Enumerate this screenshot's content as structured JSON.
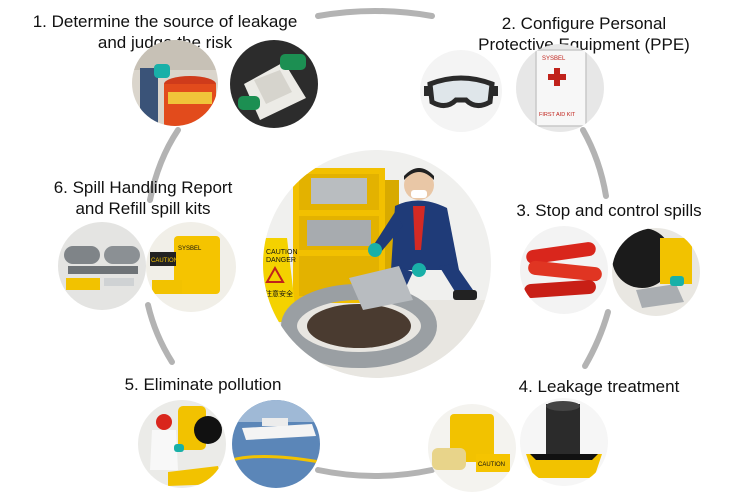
{
  "steps": {
    "s1": {
      "line1": "1. Determine the source of leakage",
      "line2": "and judge the risk"
    },
    "s2": {
      "line1": "2. Configure Personal",
      "line2": "Protective Equipment (PPE)"
    },
    "s3": {
      "line1": "3. Stop and control spills"
    },
    "s4": {
      "line1": "4. Leakage treatment"
    },
    "s5": {
      "line1": "5. Eliminate pollution"
    },
    "s6": {
      "line1": "6. Spill Handling Report",
      "line2": "and Refill spill kits"
    }
  },
  "photo_text": {
    "first_aid": "FIRST AID KIT",
    "brand": "SYSBEL",
    "caution": "CAUTION",
    "danger_line1": "CAUTION",
    "danger_line2": "DANGER",
    "danger_cn": "注意安全"
  },
  "colors": {
    "ring": "#b3b3b3",
    "kit_yellow": "#f5c400",
    "absorbent_gray": "#9a9fa3",
    "spill_red": "#d9261c",
    "glove_teal": "#19b0a8",
    "sea_blue": "#5b86b8"
  }
}
